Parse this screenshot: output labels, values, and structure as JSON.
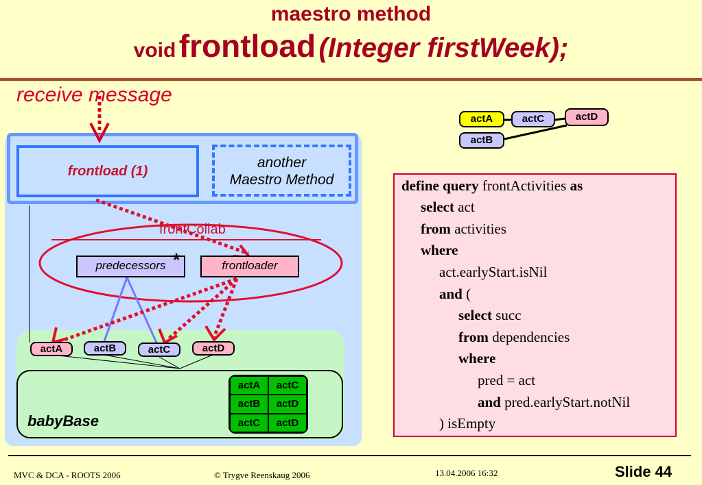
{
  "title": {
    "line1": "maestro method",
    "void": "void",
    "method_name": "frontload",
    "args": "(Integer firstWeek);"
  },
  "receive_label": "receive message",
  "frontload_box": "frontload (1)",
  "another_method": {
    "line1": "another",
    "line2": "Maestro Method"
  },
  "collab_label": "frontCollab",
  "roles": {
    "predecessors": "predecessors",
    "star": "*",
    "frontloader": "frontloader"
  },
  "activities": {
    "actA": "actA",
    "actB": "actB",
    "actC": "actC",
    "actD": "actD"
  },
  "babybase_label": "babyBase",
  "dependency_table": [
    [
      "actA",
      "actC"
    ],
    [
      "actB",
      "actD"
    ],
    [
      "actC",
      "actD"
    ]
  ],
  "mini_graph": {
    "a": "actA",
    "b": "actB",
    "c": "actC",
    "d": "actD"
  },
  "query": {
    "l1_kw": "define query",
    "l1_txt": " frontActivities ",
    "l1_kw2": "as",
    "l2_kw": "select",
    "l2_txt": " act",
    "l3_kw": "from",
    "l3_txt": " activities",
    "l4_kw": "where",
    "l5_txt": "act.earlyStart.isNil",
    "l6_kw": "and",
    "l6_txt": " (",
    "l7_kw": "select",
    "l7_txt": " succ",
    "l8_kw": "from",
    "l8_txt": " dependencies",
    "l9_kw": "where",
    "l10_txt": "pred = act",
    "l11_kw": "and",
    "l11_txt": " pred.earlyStart.notNil",
    "l12_txt": ") isEmpty"
  },
  "footer": {
    "left": "MVC & DCA -  ROOTS 2006",
    "center": "© Trygve Reenskaug 2006",
    "date": "13.04.2006 16:32",
    "slide": "Slide 44"
  },
  "colors": {
    "accent": "#a50021",
    "red": "#d4002a",
    "blue": "#3377ff",
    "green": "#c6f6c6",
    "background": "#ffffc8"
  }
}
